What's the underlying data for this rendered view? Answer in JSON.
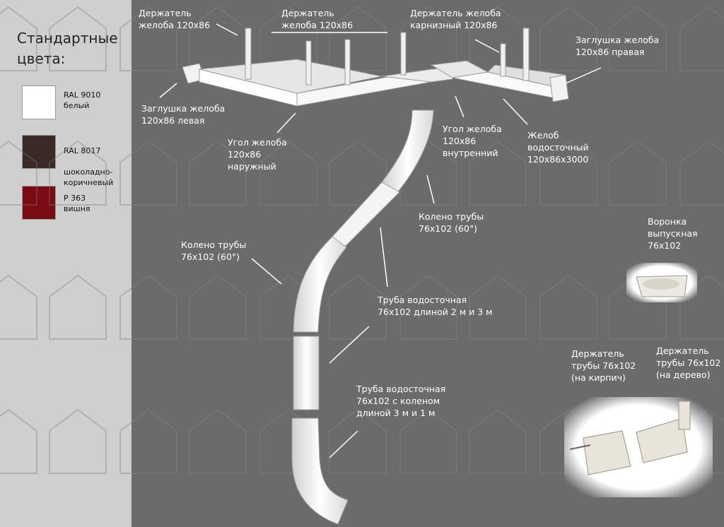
{
  "side_panel": {
    "title": "Стандартные\nцвета:",
    "colors": [
      {
        "code": "RAL 9010",
        "name": "белый",
        "hex": "#ffffff"
      },
      {
        "code": "RAL 8017",
        "name": "шоколадно-\nкоричневый",
        "hex": "#3a2a25"
      },
      {
        "code": "P 363",
        "name": "вишня",
        "hex": "#7a0a14"
      }
    ]
  },
  "labels": {
    "holder_gutter_1": "Держатель\nжелоба 120х86",
    "holder_gutter_2": "Держатель\nжелоба 120х86",
    "holder_gutter_eave": "Держатель желоба\nкарнизный 120х86",
    "cap_right": "Заглушка желоба\n120х86 правая",
    "cap_left": "Заглушка желоба\n120х86 левая",
    "corner_outer": "Угол желоба\n120х86\nнаружный",
    "corner_inner": "Угол желоба\n120х86\nвнутренний",
    "gutter": "Желоб\nводосточный\n120х86х3000",
    "elbow_right": "Колено трубы\n76х102 (60°)",
    "elbow_left": "Колено трубы\n76х102 (60°)",
    "funnel": "Воронка\nвыпускная\n76х102",
    "pipe": "Труба водосточная\n76х102 длиной 2 м и 3 м",
    "pipe_elbow": "Труба водосточная\n76х102 с коленом\nдлиной 3 м и 1 м",
    "pipe_holder_brick": "Держатель\nтрубы 76х102\n(на кирпич)",
    "pipe_holder_wood": "Держатель\nтрубы 76х102\n(на дерево)"
  }
}
